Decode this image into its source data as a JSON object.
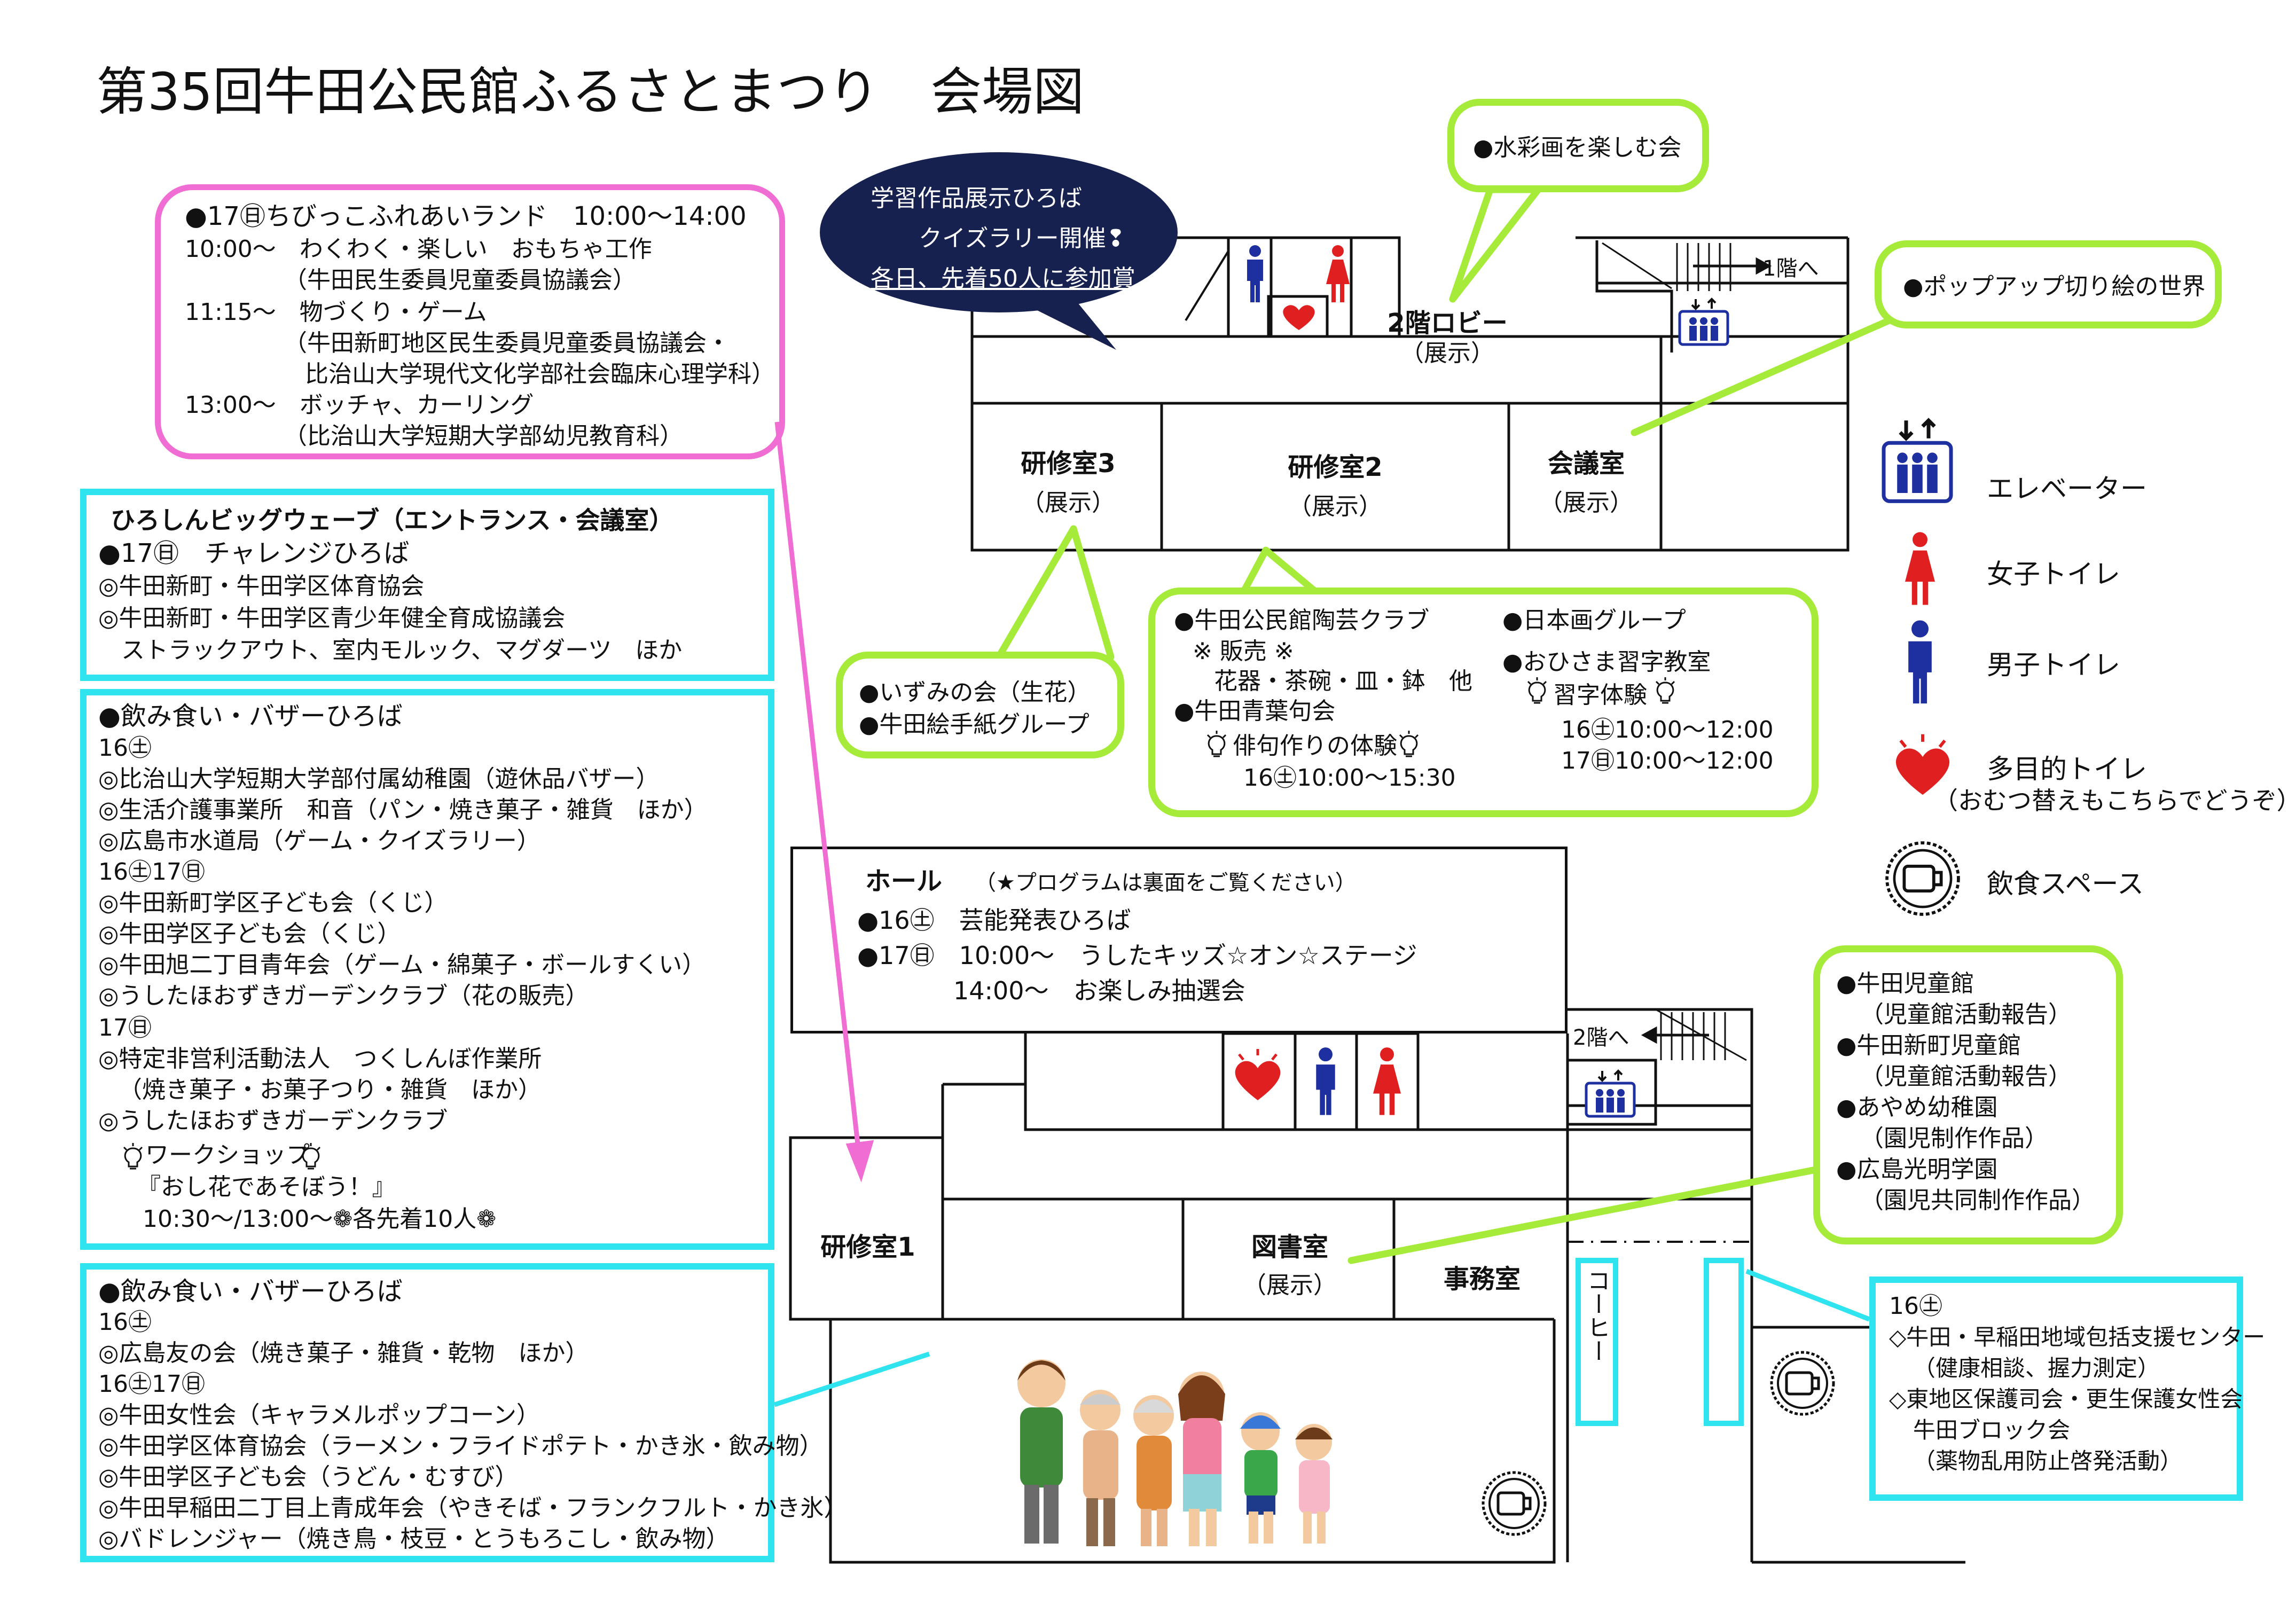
{
  "title": "第35回牛田公民館ふるさとまつり　会場図",
  "kids_land": {
    "lines": [
      "●17㊐ちびっこふれあいランド　10:00～14:00",
      "10:00～　わくわく・楽しい　おもちゃ工作",
      "（牛田民生委員児童委員協議会）",
      "11:15～　物づくり・ゲーム",
      "（牛田新町地区民生委員児童委員協議会・",
      "比治山大学現代文化学部社会臨床心理学科）",
      "13:00～　ボッチャ、カーリング",
      "（比治山大学短期大学部幼児教育科）"
    ]
  },
  "bigwave": {
    "lines": [
      "ひろしんビッグウェーブ（エントランス・会議室）",
      "●17㊐　チャレンジひろば",
      "◎牛田新町・牛田学区体育協会",
      "◎牛田新町・牛田学区青少年健全育成協議会",
      "ストラックアウト、室内モルック、マグダーツ　ほか"
    ]
  },
  "bazaar1": {
    "lines": [
      "●飲み食い・バザーひろば",
      "16㊏",
      "◎比治山大学短期大学部付属幼稚園（遊休品バザー）",
      "◎生活介護事業所　和音（パン・焼き菓子・雑貨　ほか）",
      "◎広島市水道局（ゲーム・クイズラリー）",
      "16㊏17㊐",
      "◎牛田新町学区子ども会（くじ）",
      "◎牛田学区子ども会（くじ）",
      "◎牛田旭二丁目青年会（ゲーム・綿菓子・ボールすくい）",
      "◎うしたほおずきガーデンクラブ（花の販売）",
      "17㊐",
      "◎特定非営利活動法人　つくしんぼ作業所",
      "（焼き菓子・お菓子つり・雑貨　ほか）",
      "◎うしたほおずきガーデンクラブ",
      "ワークショップ",
      "『おし花であそぼう！』",
      "10:30～/13:00～❁各先着10人❁"
    ]
  },
  "bazaar2": {
    "lines": [
      "●飲み食い・バザーひろば",
      "16㊏",
      "◎広島友の会（焼き菓子・雑貨・乾物　ほか）",
      "16㊏17㊐",
      "◎牛田女性会（キャラメルポップコーン）",
      "◎牛田学区体育協会（ラーメン・フライドポテト・かき氷・飲み物）",
      "◎牛田学区子ども会（うどん・むすび）",
      "◎牛田早稲田二丁目上青成年会（やきそば・フランクフルト・かき氷）",
      "◎バドレンジャー（焼き鳥・枝豆・とうもろこし・飲み物）"
    ]
  },
  "study_bubble": {
    "lines": [
      "学習作品展示ひろば",
      "クイズラリー開催❢",
      "各日、先着50人に参加賞"
    ]
  },
  "watercolor": "●水彩画を楽しむ会",
  "popup": "●ポップアップ切り絵の世界",
  "izumi": {
    "lines": [
      "●いずみの会（生花）",
      "●牛田絵手紙グループ"
    ]
  },
  "room2_box": {
    "col1": [
      "●牛田公民館陶芸クラブ",
      "※ 販売 ※",
      "花器・茶碗・皿・鉢　他",
      "●牛田青葉句会",
      "俳句作りの体験",
      "16㊏10:00～15:30"
    ],
    "col2": [
      "●日本画グループ",
      "●おひさま習字教室",
      "習字体験",
      "16㊏10:00～12:00",
      "17㊐10:00～12:00"
    ]
  },
  "children_box": {
    "lines": [
      "●牛田児童館",
      "（児童館活動報告）",
      "●牛田新町児童館",
      "（児童館活動報告）",
      "●あやめ幼稚園",
      "（園児制作作品）",
      "●広島光明学園",
      "（園児共同制作作品）"
    ]
  },
  "health_box": {
    "lines": [
      "16㊏",
      "◇牛田・早稲田地域包括支援センター",
      "（健康相談、握力測定）",
      "◇東地区保護司会・更生保護女性会",
      "牛田ブロック会",
      "（薬物乱用防止啓発活動）"
    ]
  },
  "floor2": {
    "lobby": "2階ロビー",
    "lobby_sub": "（展示）",
    "room3": "研修室3",
    "room3_sub": "（展示）",
    "room2": "研修室2",
    "room2_sub": "（展示）",
    "meeting": "会議室",
    "meeting_sub": "（展示）",
    "to_1f": "1階へ"
  },
  "floor1": {
    "hall": "ホール",
    "hall_note": "（★プログラムは裏面をご覧ください）",
    "hall_lines": [
      "●16㊏　芸能発表ひろば",
      "●17㊐　10:00～　うしたキッズ☆オン☆ステージ",
      "14:00～　お楽しみ抽選会"
    ],
    "to_2f": "2階へ",
    "room1": "研修室1",
    "library": "図書室",
    "library_sub": "（展示）",
    "office": "事務室",
    "coffee": "コーヒー"
  },
  "legend": {
    "elevator": "エレベーター",
    "women": "女子トイレ",
    "men": "男子トイレ",
    "multi": "多目的トイレ",
    "multi_note": "（おむつ替えもこちらでどうぞ）",
    "dining": "飲食スペース"
  },
  "colors": {
    "pink": "#f06ed4",
    "cyan": "#2fe3ef",
    "green": "#a6ea3a",
    "navy": "#16214f",
    "red": "#e02020",
    "blue": "#1e2fa0"
  }
}
